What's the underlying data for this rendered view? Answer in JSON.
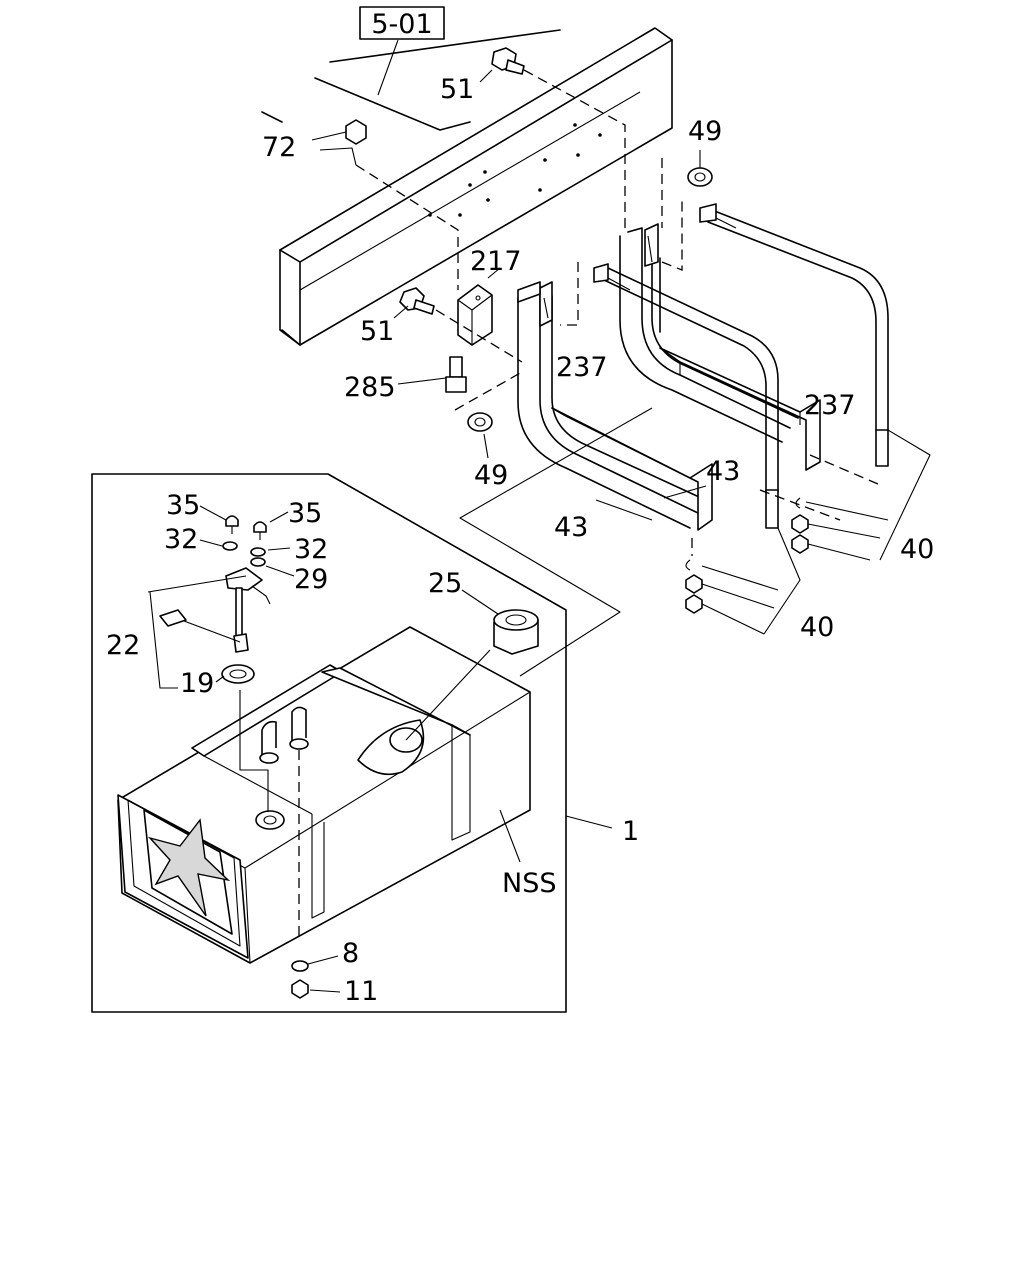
{
  "reference_box": "5-01",
  "callouts": {
    "c51_top": "51",
    "c72": "72",
    "c49_top": "49",
    "c217": "217",
    "c51_mid": "51",
    "c285": "285",
    "c49_mid": "49",
    "c237_left": "237",
    "c237_right": "237",
    "c43_right": "43",
    "c43_left": "43",
    "c40_right": "40",
    "c40_lower": "40",
    "c35_left": "35",
    "c35_right": "35",
    "c32_left": "32",
    "c32_right": "32",
    "c29": "29",
    "c22": "22",
    "c19": "19",
    "c25": "25",
    "c1": "1",
    "nss": "NSS",
    "c8": "8",
    "c11": "11"
  }
}
